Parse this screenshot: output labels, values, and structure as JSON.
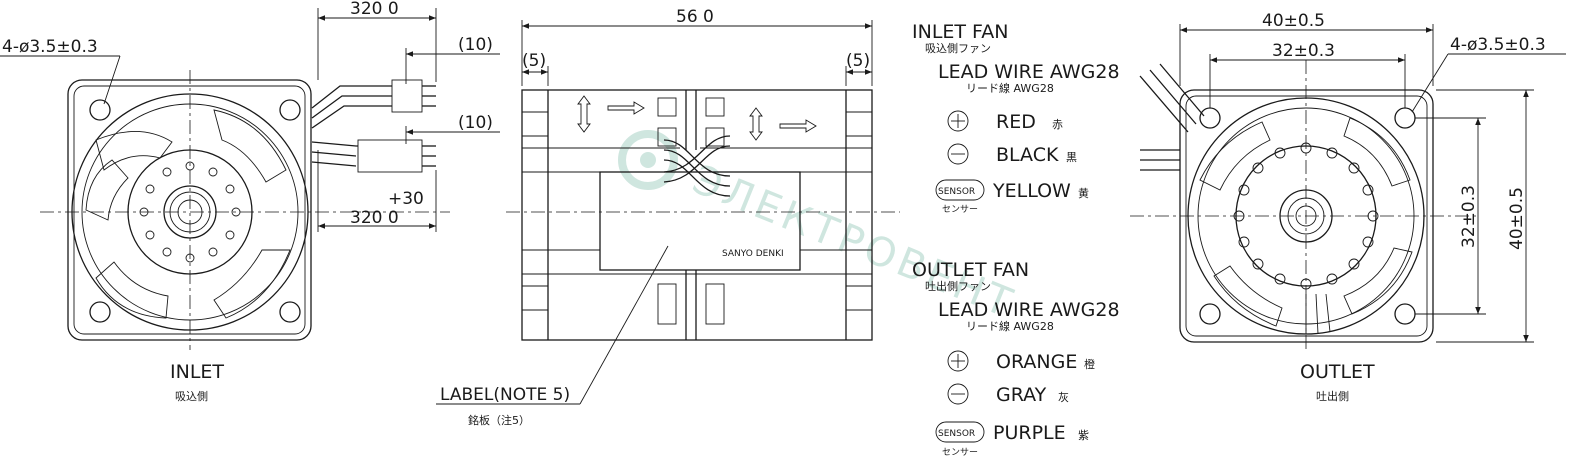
{
  "dimensions": {
    "left_cable_top": "320 0",
    "left_cable_bottom": "320 0",
    "tolerance_plus": "+30",
    "strip_top": "(10)",
    "strip_bottom": "(10)",
    "mount_holes_left": "4-ø3.5±0.3",
    "mount_holes_right": "4-ø3.5±0.3",
    "overall_length": "56 0",
    "end_gap_left": "(5)",
    "end_gap_right": "(5)",
    "outer_width": "40±0.5",
    "hole_pitch": "32±0.3",
    "hole_pitch_vertical": "32±0.3",
    "outer_height": "40±0.5"
  },
  "views": {
    "inlet_label": "INLET",
    "inlet_label_jp": "吸込側",
    "outlet_label": "OUTLET",
    "outlet_label_jp": "吐出側",
    "nameplate_text": "SANYO DENKI",
    "label_callout": "LABEL(NOTE 5)",
    "label_callout_jp": "銘板（注5）"
  },
  "inlet_fan": {
    "title": "INLET FAN",
    "title_jp": "吸込側ファン",
    "lead_wire": "LEAD WIRE AWG28",
    "lead_wire_jp": "リード線 AWG28",
    "wires": [
      {
        "symbol": "plus-icon",
        "color": "RED",
        "color_jp": "赤"
      },
      {
        "symbol": "minus-icon",
        "color": "BLACK",
        "color_jp": "黒"
      },
      {
        "symbol": "sensor-icon",
        "sensor_text": "SENSOR",
        "sensor_jp": "センサー",
        "color": "YELLOW",
        "color_jp": "黄"
      }
    ]
  },
  "outlet_fan": {
    "title": "OUTLET FAN",
    "title_jp": "吐出側ファン",
    "lead_wire": "LEAD WIRE AWG28",
    "lead_wire_jp": "リード線 AWG28",
    "wires": [
      {
        "symbol": "plus-icon",
        "color": "ORANGE",
        "color_jp": "橙"
      },
      {
        "symbol": "minus-icon",
        "color": "GRAY",
        "color_jp": "灰"
      },
      {
        "symbol": "sensor-icon",
        "sensor_text": "SENSOR",
        "sensor_jp": "センサー",
        "color": "PURPLE",
        "color_jp": "紫"
      }
    ]
  },
  "watermark": "ЭЛЕКТРОВЕНТ",
  "colors": {
    "line": "#1a1a1a",
    "watermark": "#cfe6df",
    "background": "#ffffff"
  }
}
